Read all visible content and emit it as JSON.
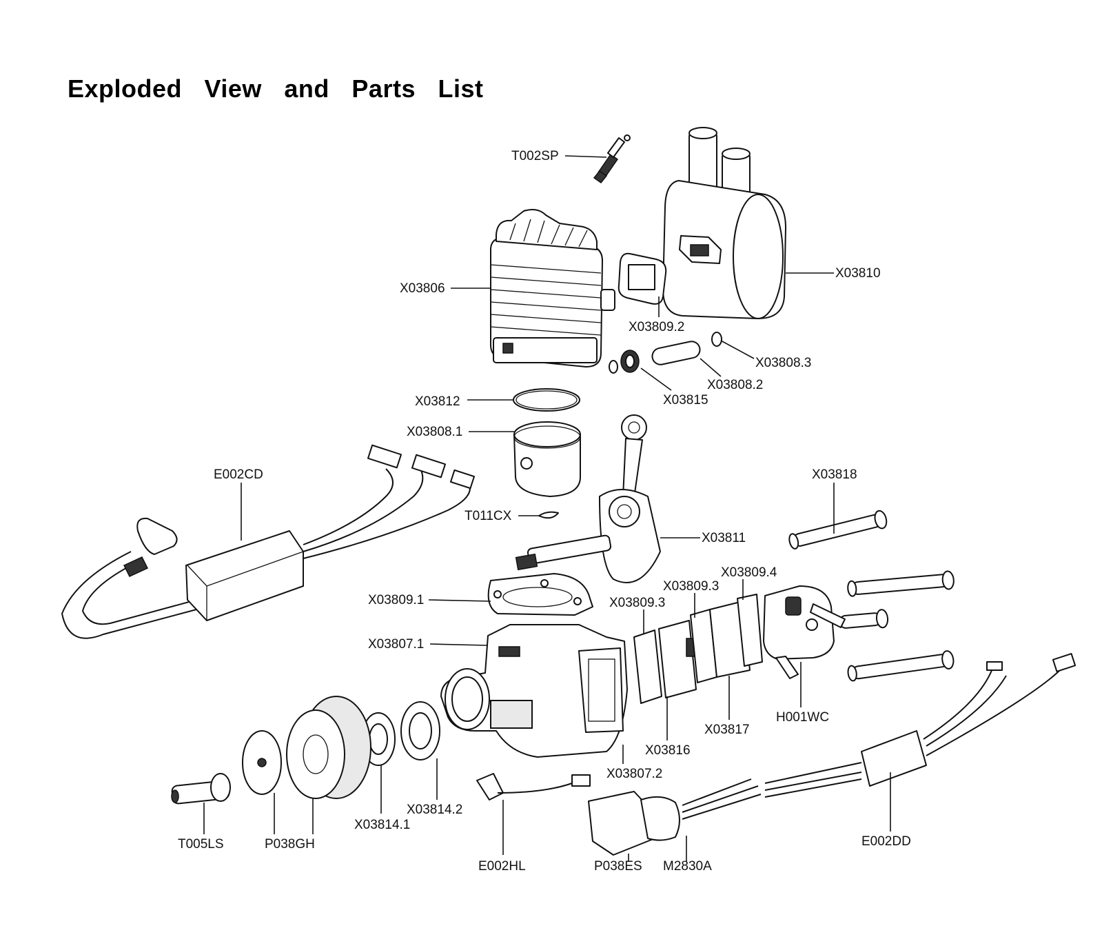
{
  "title": "Exploded View and Parts List",
  "parts": {
    "T002SP": "T002SP",
    "X03810": "X03810",
    "X03806": "X03806",
    "X03809_2": "X03809.2",
    "X03808_3": "X03808.3",
    "X03808_2": "X03808.2",
    "X03815": "X03815",
    "X03812": "X03812",
    "X03808_1": "X03808.1",
    "E002CD": "E002CD",
    "T011CX": "T011CX",
    "X03818": "X03818",
    "X03811": "X03811",
    "X03809_4": "X03809.4",
    "X03809_3a": "X03809.3",
    "X03809_3b": "X03809.3",
    "X03809_1": "X03809.1",
    "X03807_1": "X03807.1",
    "H001WC": "H001WC",
    "X03817": "X03817",
    "X03816": "X03816",
    "X03807_2": "X03807.2",
    "X03814_2": "X03814.2",
    "X03814_1": "X03814.1",
    "T005LS": "T005LS",
    "P038GH": "P038GH",
    "E002HL": "E002HL",
    "P038ES": "P038ES",
    "M2830A": "M2830A",
    "E002DD": "E002DD"
  }
}
